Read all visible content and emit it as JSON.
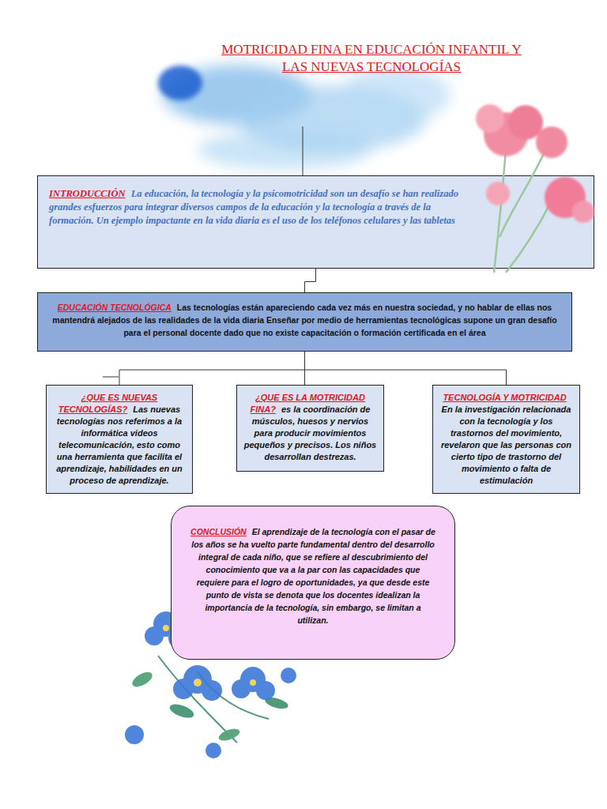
{
  "diagram": {
    "title": "MOTRICIDAD FINA EN EDUCACIÓN INFANTIL Y LAS NUEVAS TECNOLOGÍAS",
    "nodes": [
      {
        "text": [
          "INTRODUCCIÓN",
          "La educación, la tecnología y la psicomotricidad son un desafío se han realizado grandes esfuerzos para integrar diversos campos de la educación y la tecnología a través de la formación. Un ejemplo impactante en la vida diaria es el uso de los teléfonos celulares y las tabletas"
        ]
      },
      {
        "text": [
          "EDUCACIÓN TECNOLÓGICA",
          "Las tecnologías están apareciendo cada vez más en nuestra sociedad, y no hablar de ellas nos mantendrá alejados de las realidades de la vida diaria Enseñar por medio de herramientas tecnológicas supone un gran desafío para el personal docente dado que no existe capacitación o formación certificada en el área"
        ]
      },
      {
        "text": [
          "¿QUE ES NUEVAS TECNOLOGÍAS?",
          "Las nuevas tecnologías nos referimos a la informática videos telecomunicación, esto como una herramienta que facilita el aprendizaje, habilidades en un proceso de aprendizaje."
        ]
      },
      {
        "text": [
          "¿QUE ES LA MOTRICIDAD FINA?",
          "es la coordinación de músculos, huesos y nervios para producir movimientos pequeños y precisos. Los niños desarrollan destrezas."
        ]
      },
      {
        "text": [
          "TECNOLOGÍA Y MOTRICIDAD",
          "En la investigación relacionada con la tecnología y los trastornos del movimiento, revelaron que las personas con cierto tipo de trastorno del movimiento o falta de estimulación"
        ]
      },
      {
        "text": [
          "CONCLUSIÓN",
          "El aprendizaje de la tecnología con el pasar de los años se ha vuelto parte fundamental dentro del desarrollo integral de cada niño, que se refiere al descubrimiento del conocimiento que va a la par con las capacidades que requiere para el logro de oportunidades, ya que desde este punto de vista se denota que los docentes idealizan la importancia de la tecnología, sin embargo, se limitan a utilizan."
        ]
      }
    ],
    "edges": [
      {
        "from": 0,
        "to": 1,
        "arrow": "none"
      },
      {
        "from": 1,
        "to": 2,
        "arrow": "none"
      },
      {
        "from": 1,
        "to": 3,
        "arrow": "none"
      },
      {
        "from": 1,
        "to": 4,
        "arrow": "none"
      }
    ]
  }
}
